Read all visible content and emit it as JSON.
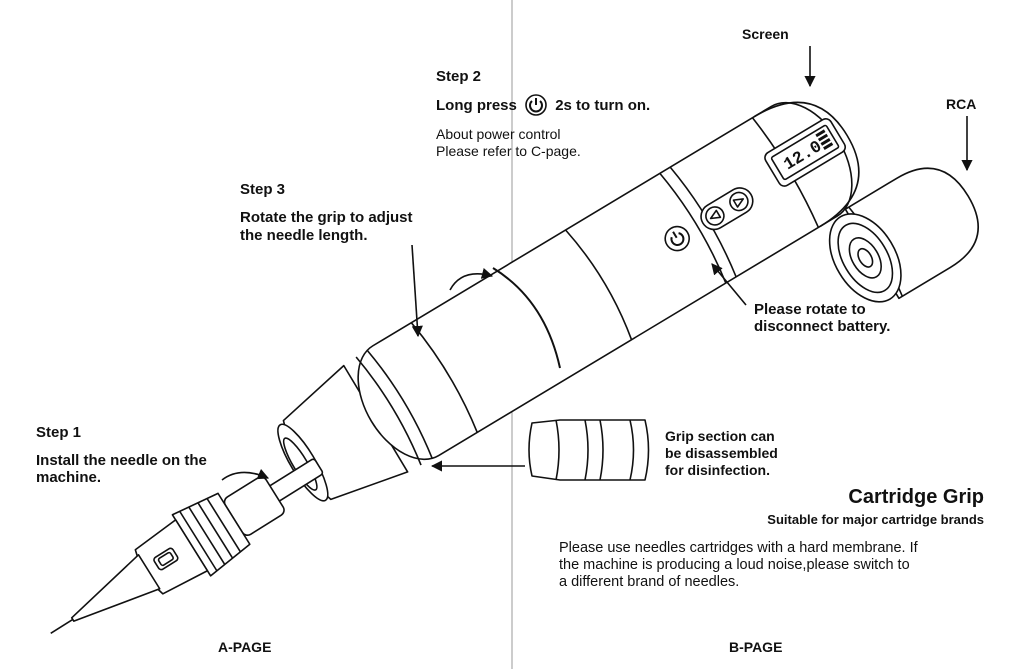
{
  "labels": {
    "screen": "Screen",
    "rca": "RCA",
    "step2_title": "Step 2",
    "step2_text_before": "Long press",
    "step2_text_after": "2s to turn on.",
    "step2_note_line1": "About power control",
    "step2_note_line2": "Please refer to C-page.",
    "step3_title": "Step 3",
    "step3_line1": "Rotate the grip to adjust",
    "step3_line2": "the needle length.",
    "battery_line1": "Please rotate to",
    "battery_line2": "disconnect battery.",
    "step1_title": "Step 1",
    "step1_line1": "Install the needle on the",
    "step1_line2": "machine.",
    "grip_line1": "Grip section can",
    "grip_line2": "be disassembled",
    "grip_line3": "for disinfection.",
    "cartridge_title": "Cartridge Grip",
    "cartridge_subtitle": "Suitable for major cartridge brands",
    "notice_line1": "Please use needles cartridges with a hard membrane. If",
    "notice_line2": "the machine is producing a loud noise,please switch to",
    "notice_line3": "a different brand of needles.",
    "page_a": "A-PAGE",
    "page_b": "B-PAGE"
  },
  "display": {
    "value": "12.0"
  },
  "icons": {
    "power": "power-icon",
    "battery": "battery-icon",
    "up": "up-arrow-icon",
    "down": "down-arrow-icon"
  },
  "colors": {
    "ink": "#111111",
    "divider": "#999999",
    "paper": "#ffffff"
  }
}
